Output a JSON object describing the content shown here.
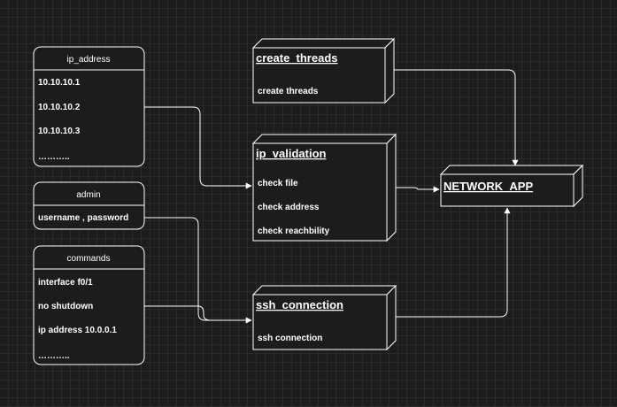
{
  "diagram": {
    "tables": [
      {
        "id": "ip_address",
        "header": "ip_address",
        "rows": [
          "10.10.10.1",
          "10.10.10.2",
          "10.10.10.3",
          "……….."
        ]
      },
      {
        "id": "admin",
        "header": "admin",
        "rows": [
          "username , password"
        ]
      },
      {
        "id": "commands",
        "header": "commands",
        "rows": [
          "interface f0/1",
          "no shutdown",
          "ip address 10.0.0.1",
          "……….."
        ]
      }
    ],
    "nodes": [
      {
        "id": "create_threads",
        "title": "create_threads",
        "operations": [
          "create threads"
        ]
      },
      {
        "id": "ip_validation",
        "title": "ip_validation",
        "operations": [
          "check file",
          "check address",
          "check reachbility"
        ]
      },
      {
        "id": "ssh_connection",
        "title": "ssh_connection",
        "operations": [
          "ssh connection"
        ]
      },
      {
        "id": "network_app",
        "title": "NETWORK_APP",
        "operations": []
      }
    ],
    "connections": [
      {
        "from": "ip_address.10.10.10.2",
        "to": "ip_validation"
      },
      {
        "from": "admin.username",
        "to": "ssh_connection"
      },
      {
        "from": "commands.no_shutdown",
        "to": "ssh_connection"
      },
      {
        "from": "create_threads",
        "to": "network_app"
      },
      {
        "from": "ip_validation",
        "to": "network_app"
      },
      {
        "from": "ssh_connection",
        "to": "network_app"
      }
    ],
    "colors": {
      "background": "#1c1c1c",
      "grid": "#2a2a2a",
      "stroke": "#ffffff",
      "text": "#ffffff"
    }
  }
}
